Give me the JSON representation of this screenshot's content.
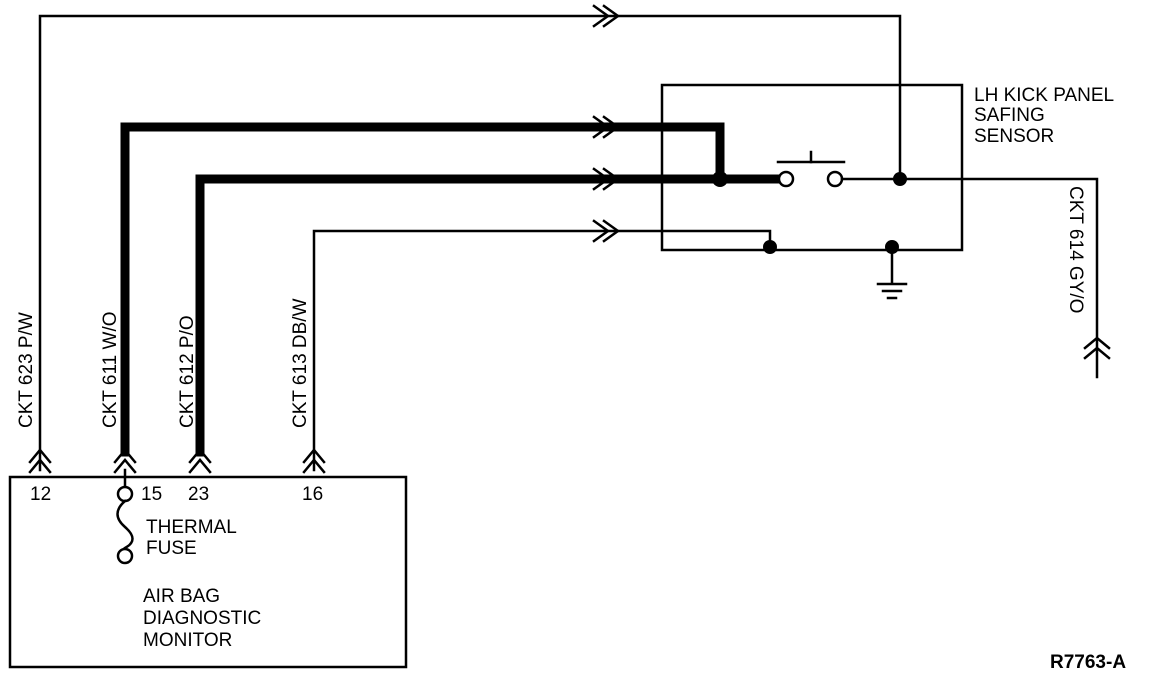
{
  "monitor": {
    "title_lines": [
      "AIR BAG",
      "DIAGNOSTIC",
      "MONITOR"
    ],
    "fuse_lines": [
      "THERMAL",
      "FUSE"
    ],
    "pins": [
      "12",
      "15",
      "23",
      "16"
    ]
  },
  "sensor": {
    "title_lines": [
      "LH KICK PANEL",
      "SAFING",
      "SENSOR"
    ]
  },
  "circuits": [
    {
      "label": "CKT 623 P/W"
    },
    {
      "label": "CKT 611 W/O"
    },
    {
      "label": "CKT 612 P/O"
    },
    {
      "label": "CKT 613 DB/W"
    },
    {
      "label": "CKT 614 GY/O"
    }
  ],
  "figure_id": "R7763-A"
}
